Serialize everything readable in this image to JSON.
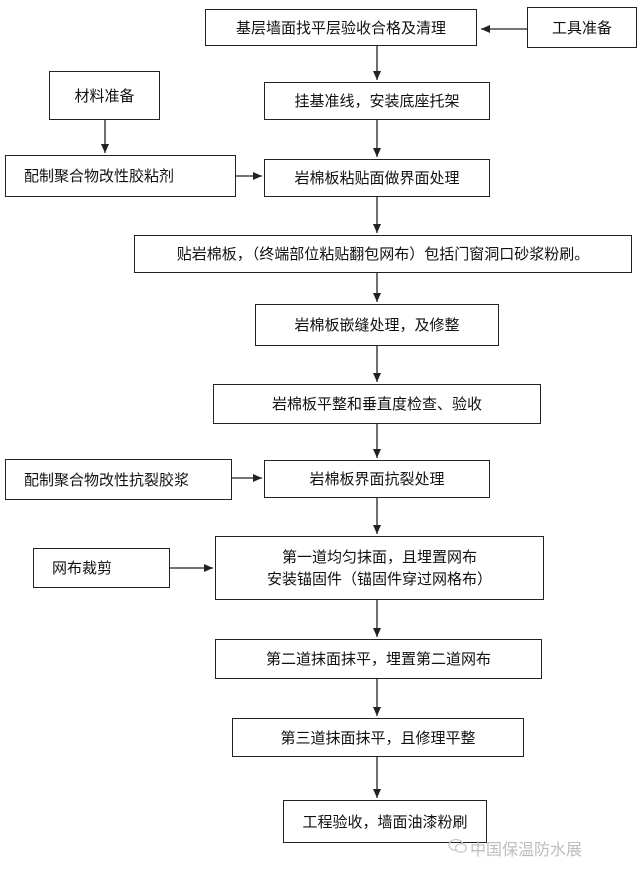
{
  "steps": [
    "基层墙面找平层验收合格及清理",
    "挂基准线，安装底座托架",
    "岩棉板粘贴面做界面处理",
    "贴岩棉板，（终端部位粘贴翻包网布）包括门窗洞口砂浆粉刷。",
    "岩棉板嵌缝处理，及修整",
    "岩棉板平整和垂直度检查、验收",
    "岩棉板界面抗裂处理",
    [
      "第一道均匀抹面，且埋置网布",
      "安装锚固件（锚固件穿过网格布）"
    ],
    "第二道抹面抹平，埋置第二道网布",
    "第三道抹面抹平，且修理平整",
    "工程验收，墙面油漆粉刷"
  ],
  "inputs": {
    "tools": "工具准备",
    "materials": "材料准备",
    "adhesive": "配制聚合物改性胶粘剂",
    "crack_mortar": "配制聚合物改性抗裂胶浆",
    "mesh_cut": "网布裁剪"
  },
  "watermark": "中国保温防水展"
}
